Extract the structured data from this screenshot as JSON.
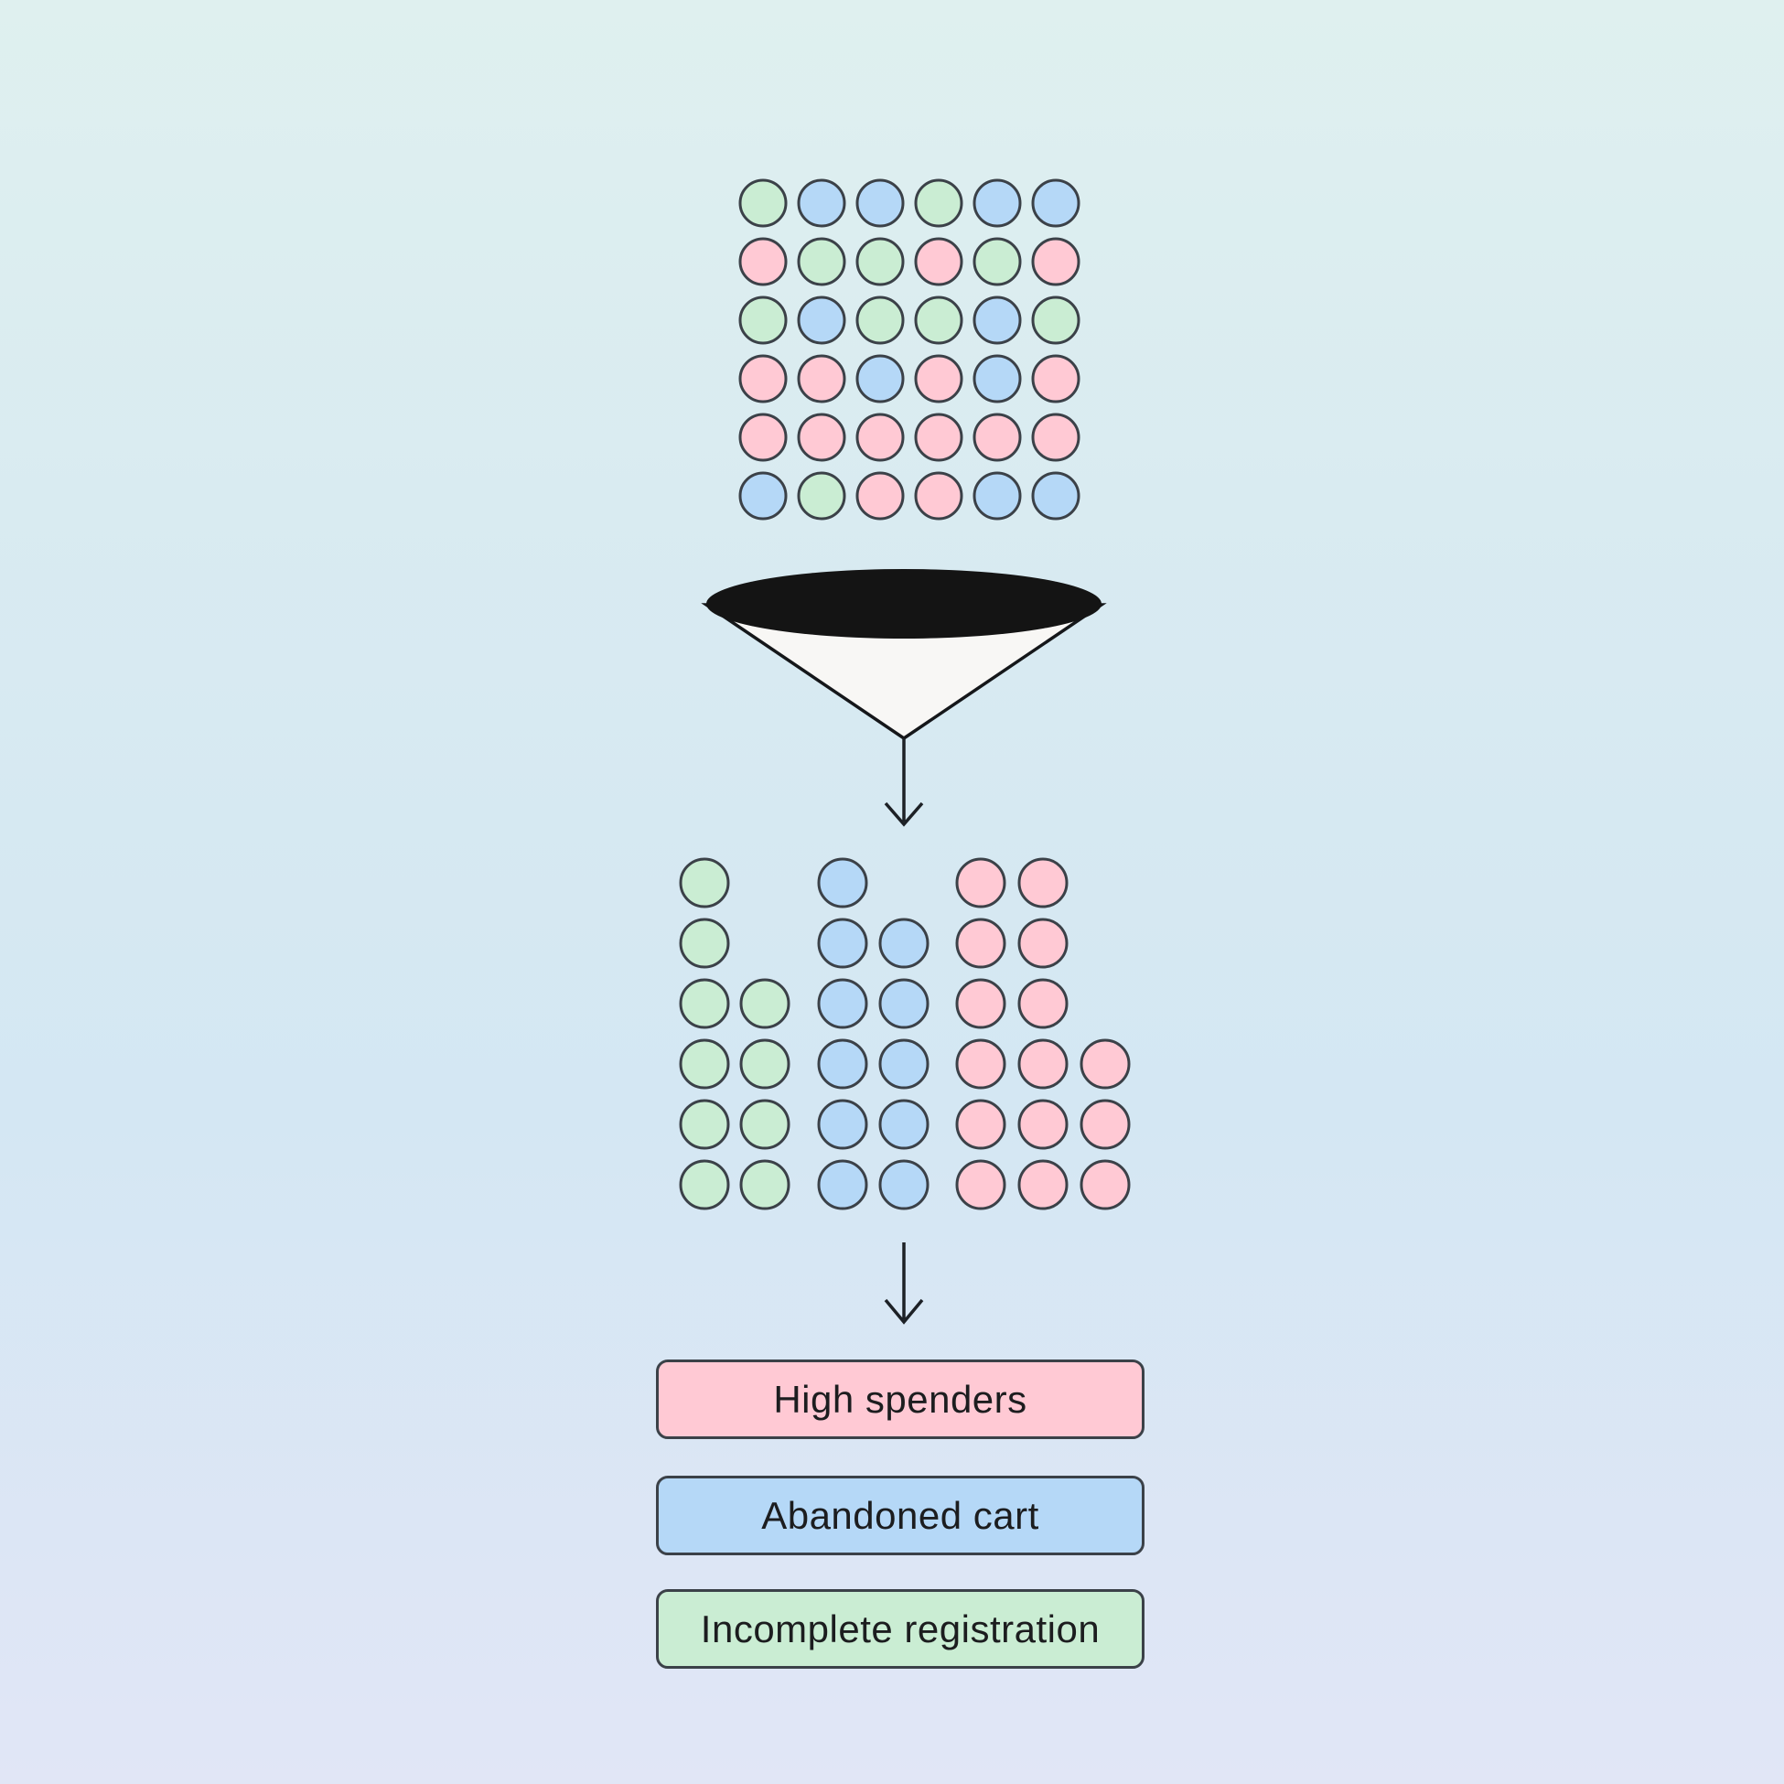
{
  "palette": {
    "pink": "#ffc9d4",
    "blue": "#b5d8f7",
    "green": "#caedd3",
    "outline": "#3b4148",
    "text": "#1c1d1f",
    "funnel_fill": "#141414",
    "funnel_cone": "#f8f7f5",
    "arrow": "#1d2126",
    "bg_top": "#dff0ef",
    "bg_mid": "#d4e7f3",
    "bg_bottom": "#e1e6f6"
  },
  "top_grid": {
    "rows": [
      [
        "green",
        "blue",
        "blue",
        "green",
        "blue",
        "blue"
      ],
      [
        "pink",
        "green",
        "green",
        "pink",
        "green",
        "pink"
      ],
      [
        "green",
        "blue",
        "green",
        "green",
        "blue",
        "green"
      ],
      [
        "pink",
        "pink",
        "blue",
        "pink",
        "blue",
        "pink"
      ],
      [
        "pink",
        "pink",
        "pink",
        "pink",
        "pink",
        "pink"
      ],
      [
        "blue",
        "green",
        "pink",
        "pink",
        "blue",
        "blue"
      ]
    ]
  },
  "funnel": {
    "icon": "funnel-icon"
  },
  "arrows": [
    {
      "icon": "down-arrow-icon"
    },
    {
      "icon": "down-arrow-icon"
    }
  ],
  "segments": [
    {
      "id": "green",
      "color": "green",
      "dots_per_row": [
        1,
        1,
        2,
        2,
        2,
        2
      ]
    },
    {
      "id": "blue",
      "color": "blue",
      "dots_per_row": [
        1,
        2,
        2,
        2,
        2,
        2
      ]
    },
    {
      "id": "pink",
      "color": "pink",
      "dots_per_row": [
        2,
        2,
        2,
        3,
        3,
        3
      ]
    }
  ],
  "boxes": [
    {
      "label": "High spenders",
      "color": "pink"
    },
    {
      "label": "Abandoned cart",
      "color": "blue"
    },
    {
      "label": "Incomplete registration",
      "color": "green"
    }
  ]
}
